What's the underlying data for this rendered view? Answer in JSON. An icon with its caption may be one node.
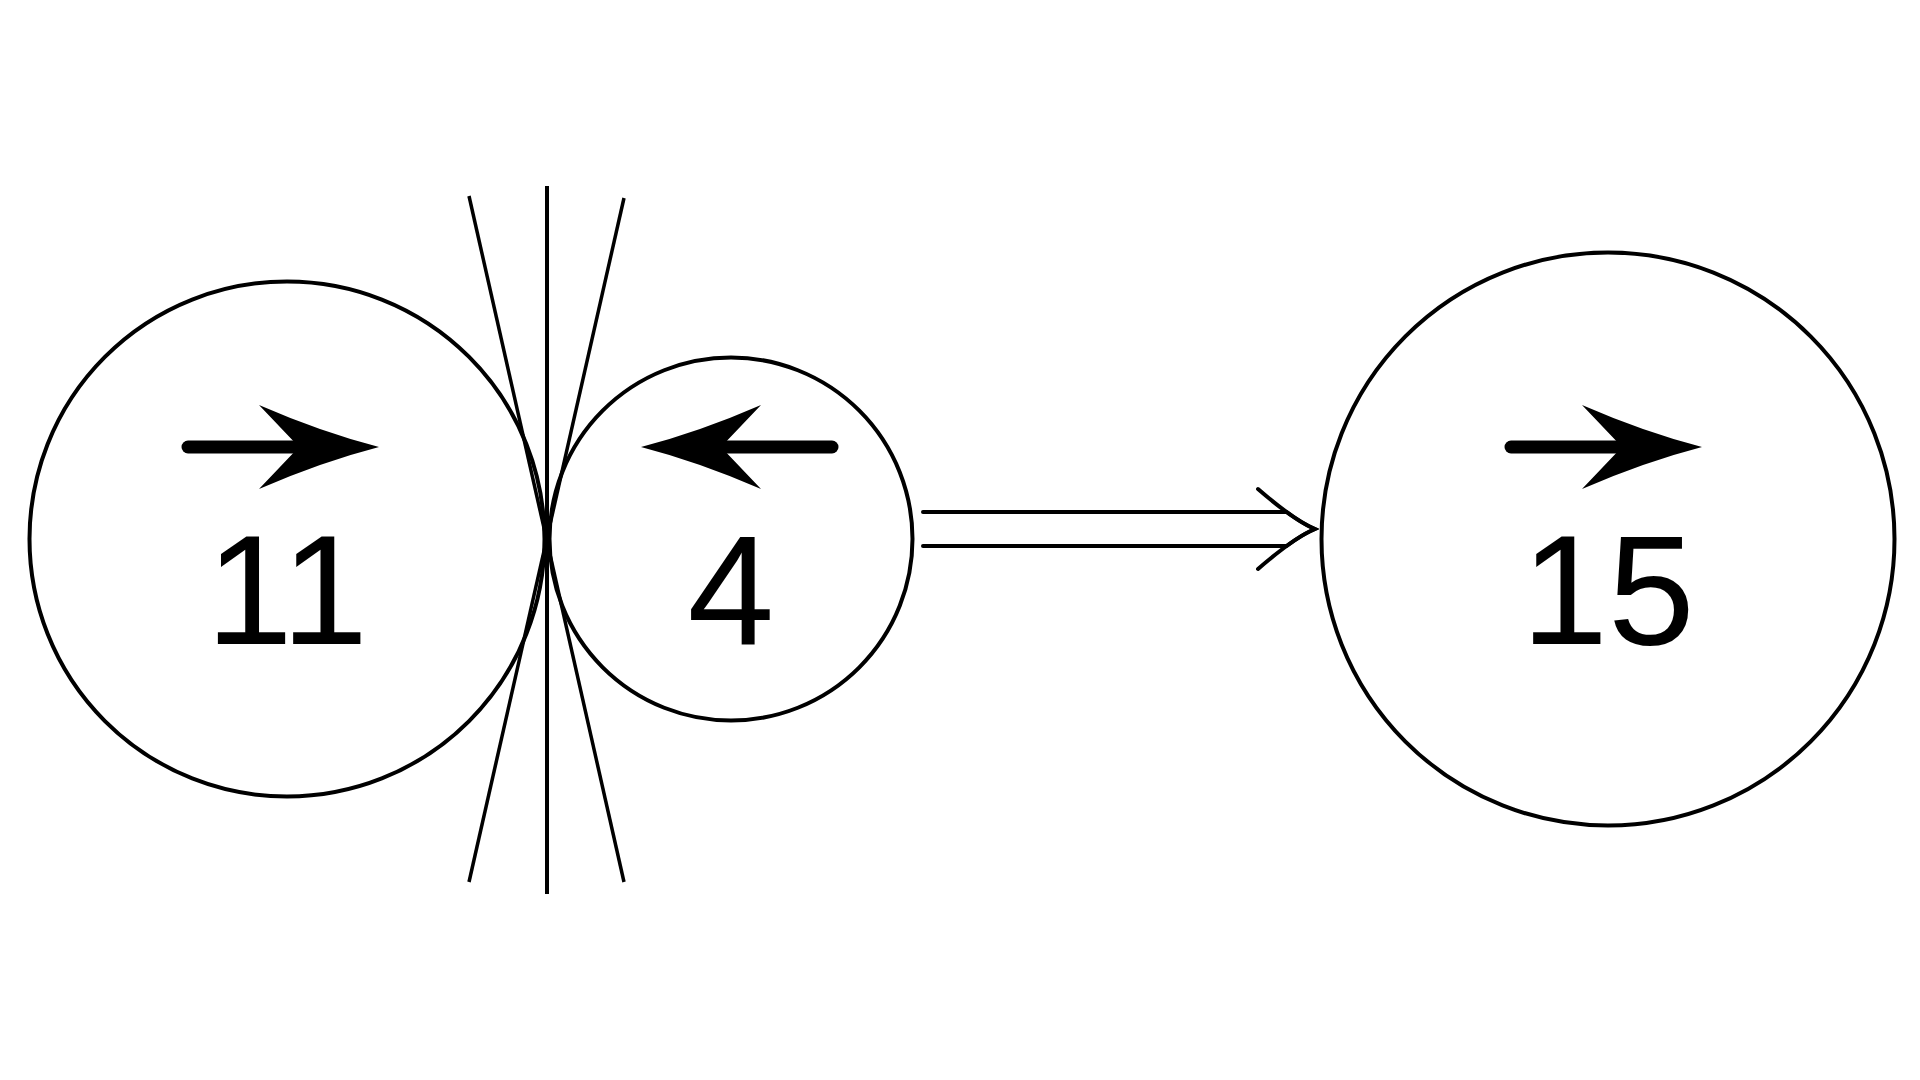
{
  "diagram": {
    "nodes": [
      {
        "text": [
          "11"
        ]
      },
      {
        "text": [
          "4"
        ]
      },
      {
        "text": [
          "15"
        ]
      }
    ],
    "edges": [
      {
        "from": 1,
        "to": 2,
        "arrow": "to"
      }
    ]
  }
}
